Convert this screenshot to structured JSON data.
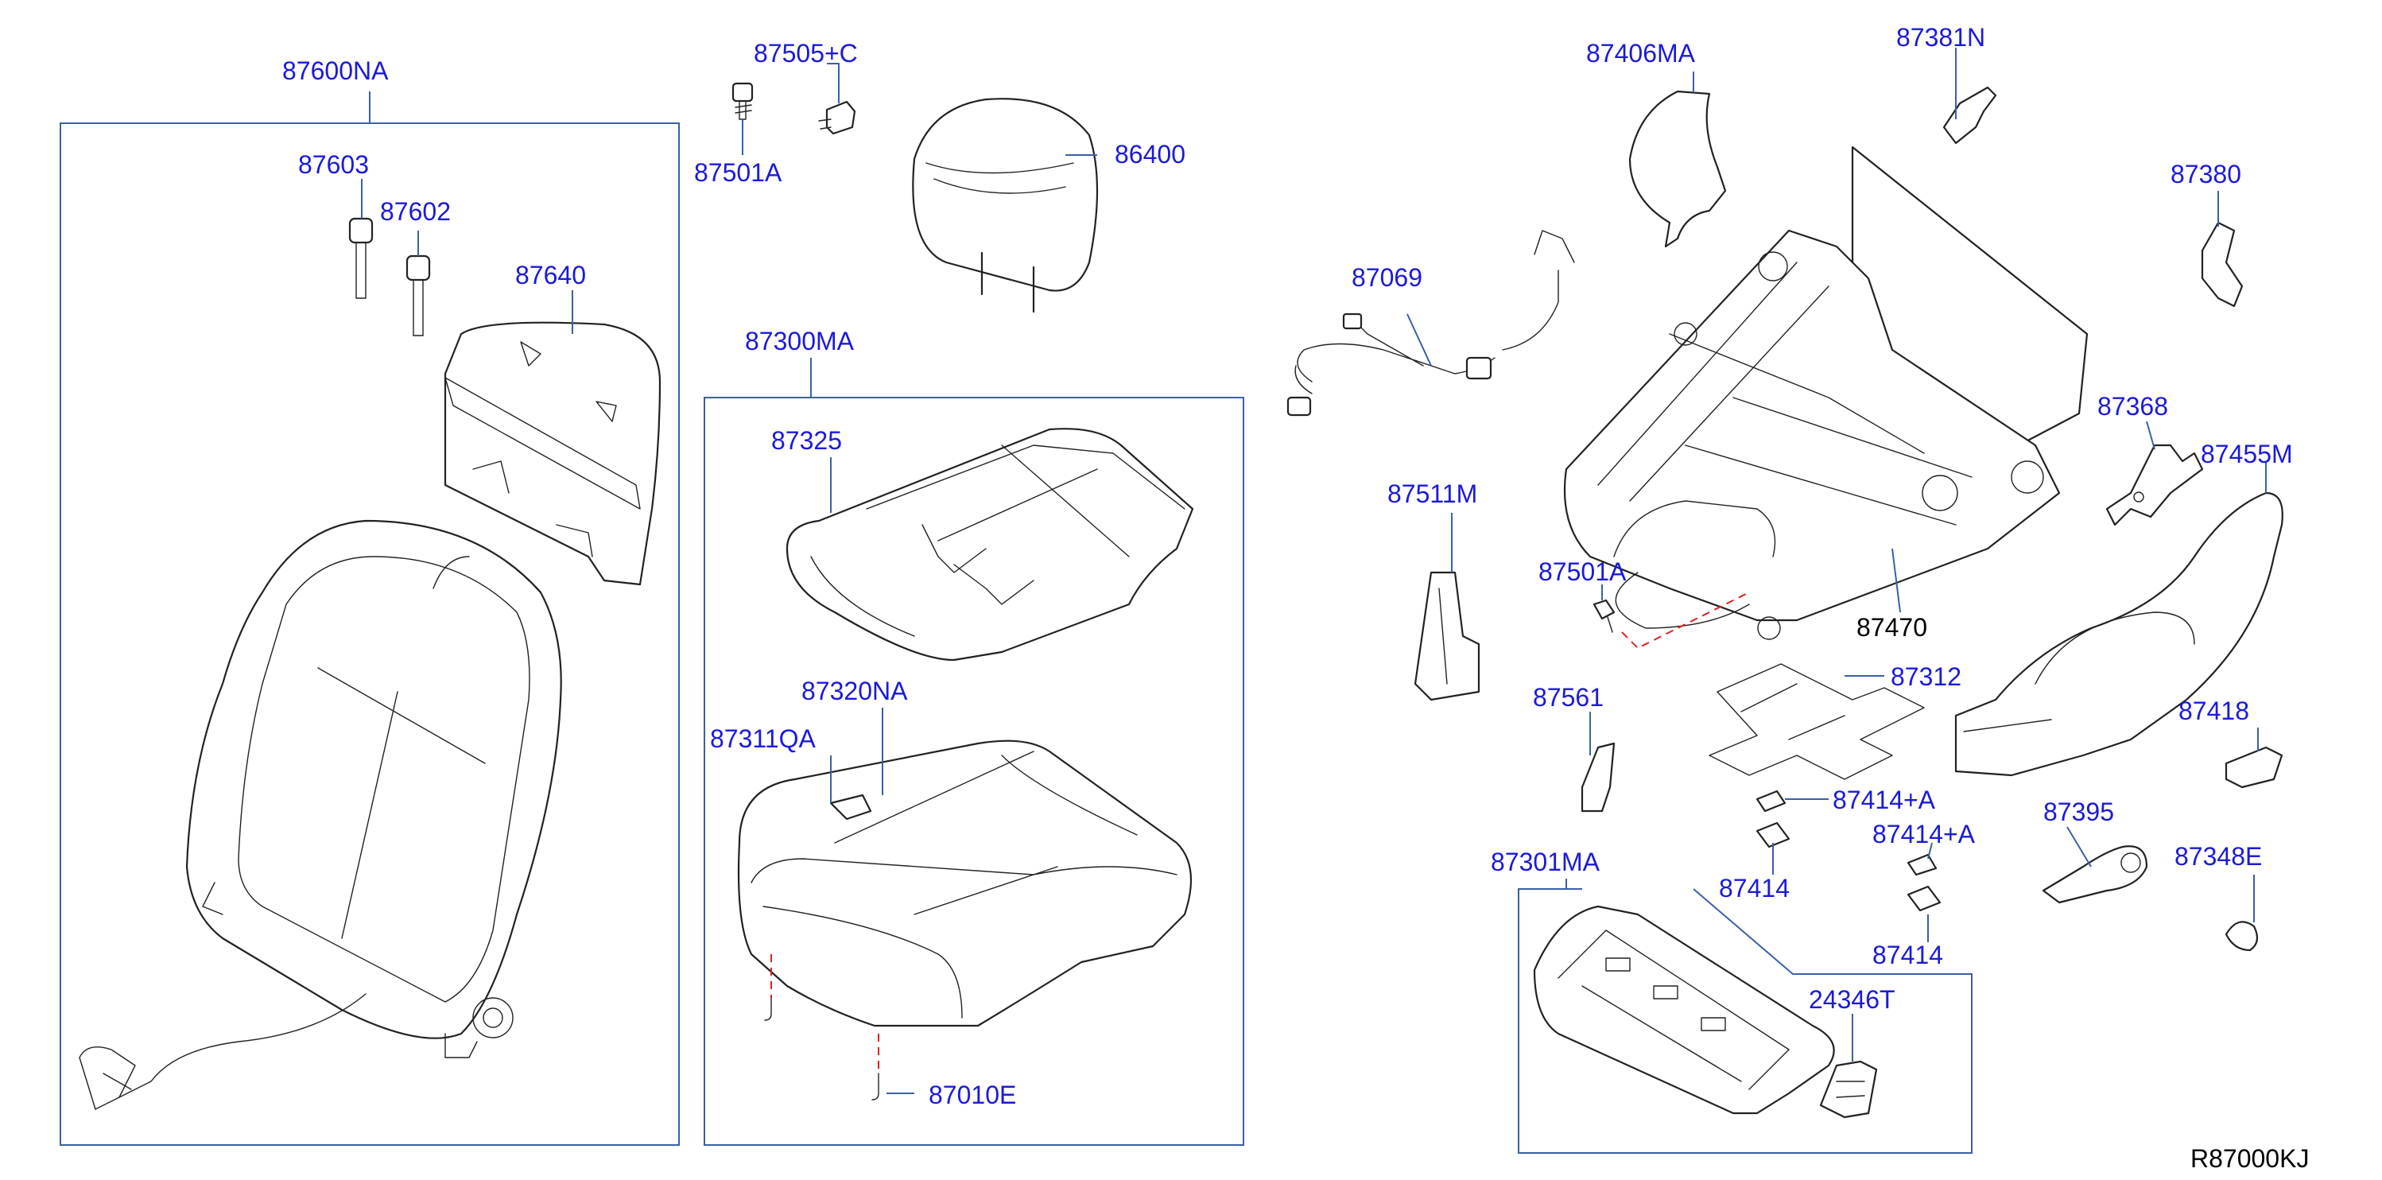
{
  "diagram": {
    "ref_code": "R87000KJ",
    "labels": {
      "p87600NA": "87600NA",
      "p87603": "87603",
      "p87602": "87602",
      "p87640": "87640",
      "p87505C": "87505+C",
      "p87501A_top": "87501A",
      "p86400": "86400",
      "p87300MA": "87300MA",
      "p87325": "87325",
      "p87320NA": "87320NA",
      "p87311QA": "87311QA",
      "p87010E": "87010E",
      "p87406MA": "87406MA",
      "p87381N": "87381N",
      "p87380": "87380",
      "p87069": "87069",
      "p87368": "87368",
      "p87455M": "87455M",
      "p87511M": "87511M",
      "p87501A_mid": "87501A",
      "p87470": "87470",
      "p87312": "87312",
      "p87561": "87561",
      "p87418": "87418",
      "p87414A_1": "87414+A",
      "p87414A_2": "87414+A",
      "p87395": "87395",
      "p87414_1": "87414",
      "p87348E": "87348E",
      "p87301MA": "87301MA",
      "p87414_2": "87414",
      "p24346T": "24346T"
    }
  }
}
